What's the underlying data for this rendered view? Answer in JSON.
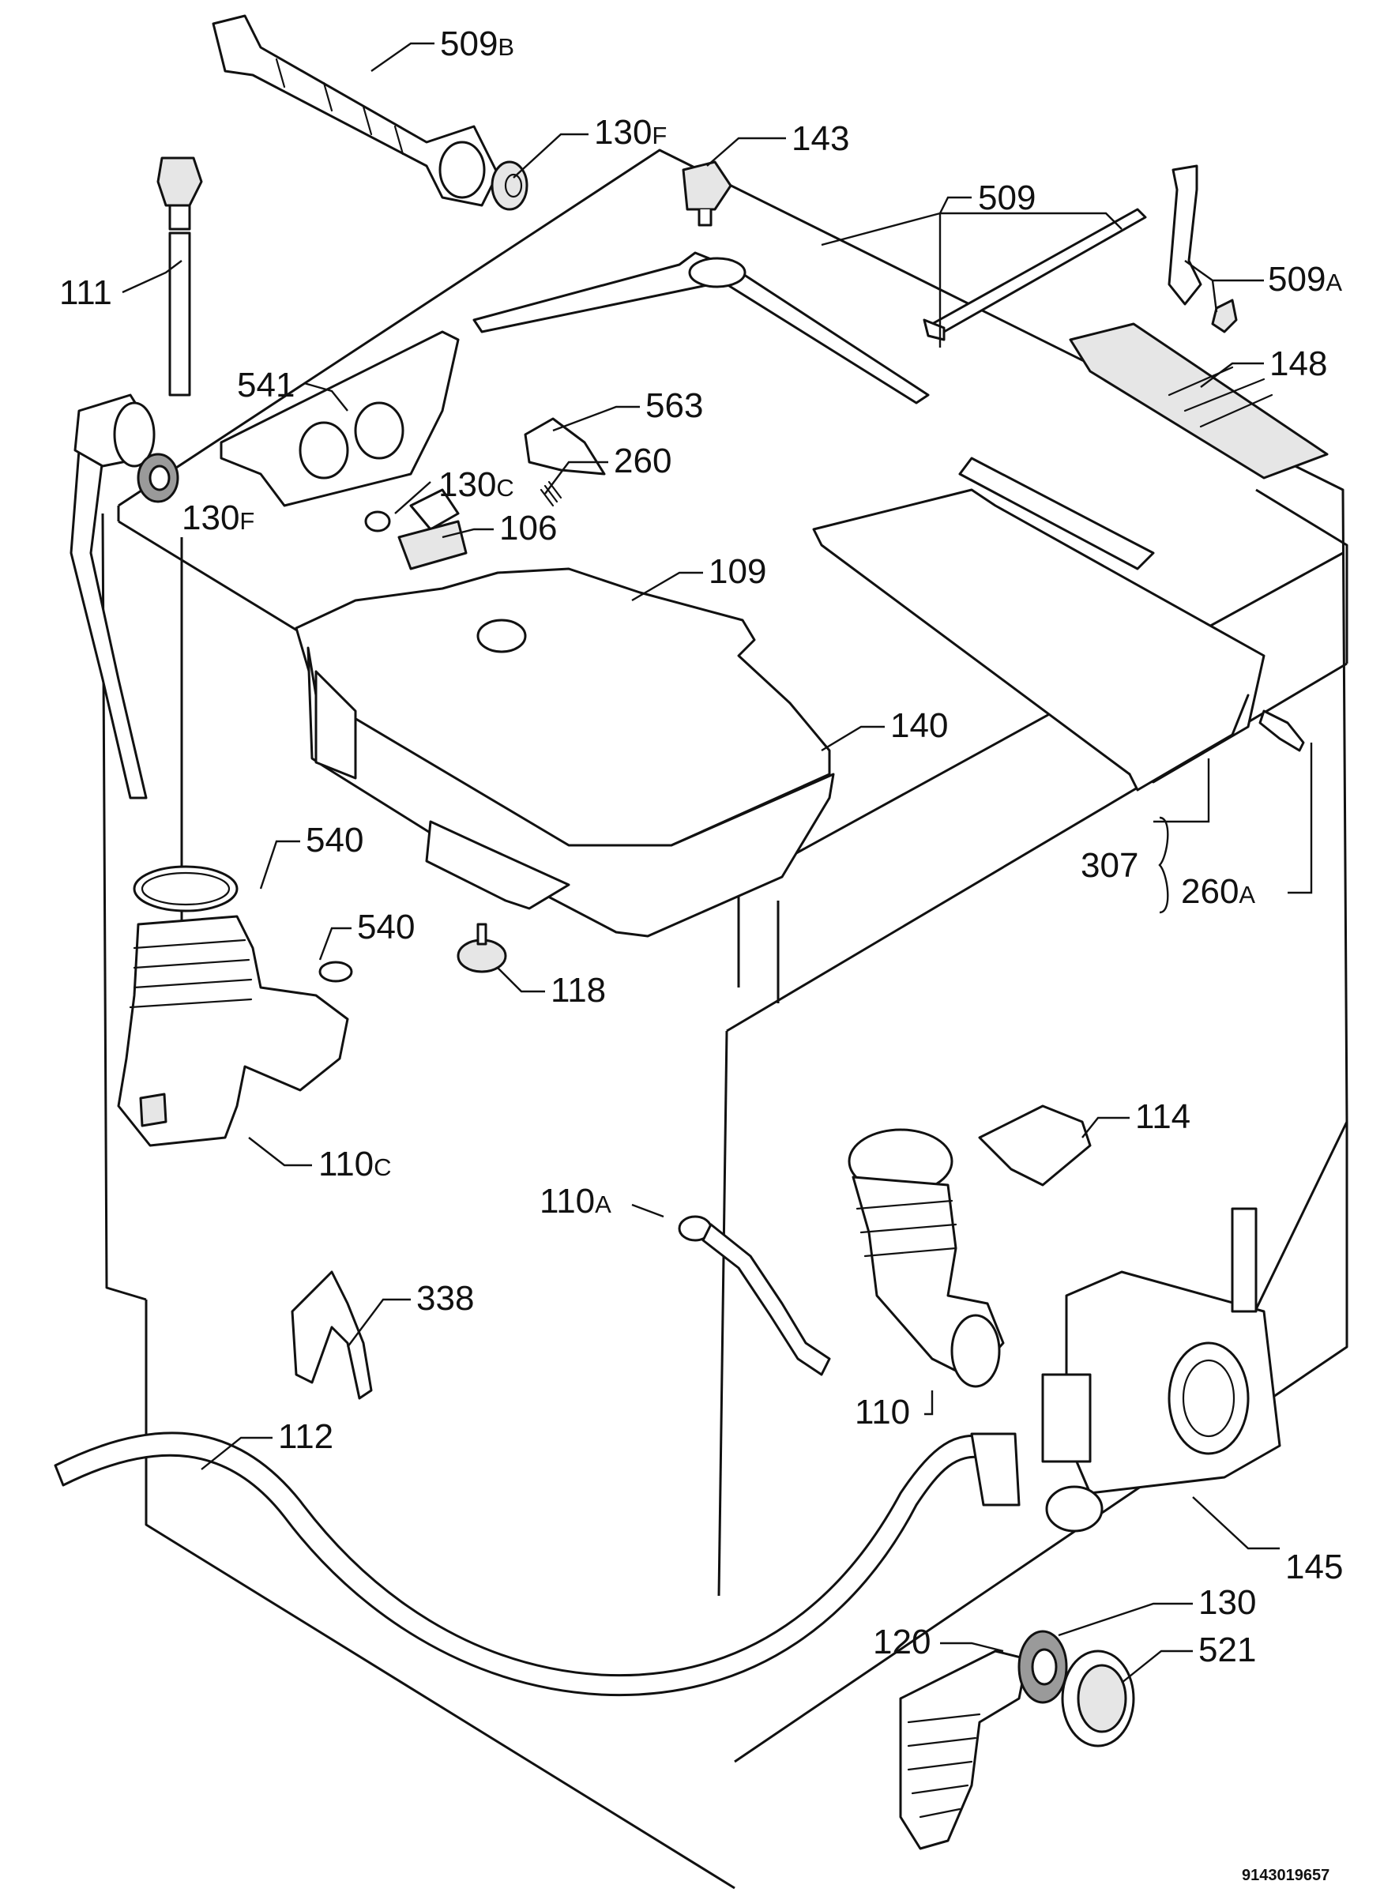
{
  "document_id": "9143019657",
  "callouts": {
    "c509B": {
      "num": "509",
      "suffix": "B"
    },
    "c130F_top": {
      "num": "130",
      "suffix": "F"
    },
    "c143": {
      "num": "143",
      "suffix": ""
    },
    "c509": {
      "num": "509",
      "suffix": ""
    },
    "c509A": {
      "num": "509",
      "suffix": "A"
    },
    "c111": {
      "num": "111",
      "suffix": ""
    },
    "c148": {
      "num": "148",
      "suffix": ""
    },
    "c541": {
      "num": "541",
      "suffix": ""
    },
    "c563": {
      "num": "563",
      "suffix": ""
    },
    "c260": {
      "num": "260",
      "suffix": ""
    },
    "c130C": {
      "num": "130",
      "suffix": "C"
    },
    "c130F_left": {
      "num": "130",
      "suffix": "F"
    },
    "c106": {
      "num": "106",
      "suffix": ""
    },
    "c109": {
      "num": "109",
      "suffix": ""
    },
    "c140": {
      "num": "140",
      "suffix": ""
    },
    "c307": {
      "num": "307",
      "suffix": ""
    },
    "c260A": {
      "num": "260",
      "suffix": "A"
    },
    "c540_top": {
      "num": "540",
      "suffix": ""
    },
    "c540_right": {
      "num": "540",
      "suffix": ""
    },
    "c118": {
      "num": "118",
      "suffix": ""
    },
    "c110C": {
      "num": "110",
      "suffix": "C"
    },
    "c114": {
      "num": "114",
      "suffix": ""
    },
    "c110A": {
      "num": "110",
      "suffix": "A"
    },
    "c338": {
      "num": "338",
      "suffix": ""
    },
    "c110": {
      "num": "110",
      "suffix": ""
    },
    "c112": {
      "num": "112",
      "suffix": ""
    },
    "c145": {
      "num": "145",
      "suffix": ""
    },
    "c130": {
      "num": "130",
      "suffix": ""
    },
    "c120": {
      "num": "120",
      "suffix": ""
    },
    "c521": {
      "num": "521",
      "suffix": ""
    }
  }
}
